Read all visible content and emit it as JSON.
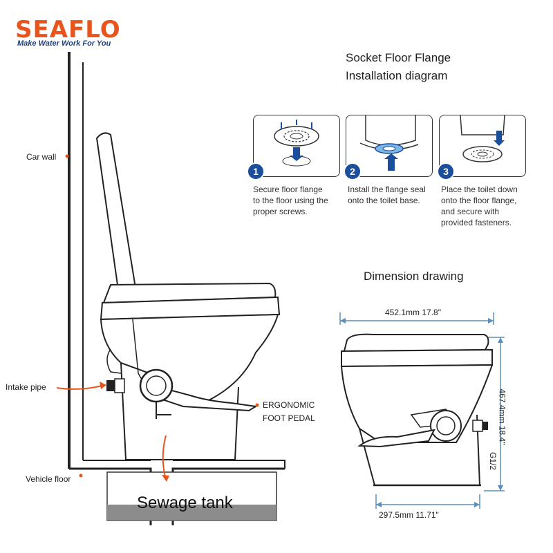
{
  "brand": {
    "logo_prefix": "SEA",
    "logo_suffix": "FLO",
    "tagline": "Make Water Work For You",
    "primary_color": "#e8541c",
    "accent_color": "#1f5fa8"
  },
  "left_diagram": {
    "callouts": {
      "car_wall": "Car wall",
      "intake_pipe": "Intake pipe",
      "pedal_line1": "ERGONOMIC",
      "pedal_line2": "FOOT PEDAL",
      "vehicle_floor": "Vehicle floor"
    },
    "tank_label": "Sewage tank",
    "callout_color": "#e8541c"
  },
  "installation": {
    "title_line1": "Socket Floor Flange",
    "title_line2": "Installation diagram",
    "steps": [
      {
        "number": "1",
        "text_lines": [
          "Secure floor flange",
          "to the floor using the",
          "proper screws."
        ]
      },
      {
        "number": "2",
        "text_lines": [
          "Install the flange seal",
          "onto the toilet base."
        ]
      },
      {
        "number": "3",
        "text_lines": [
          "Place the toilet down",
          "onto the floor flange,",
          "and secure with",
          "provided fasteners."
        ]
      }
    ],
    "badge_color": "#1b4f9c"
  },
  "dimensions": {
    "title": "Dimension drawing",
    "width_top": "452.1mm  17.8\"",
    "width_bottom": "297.5mm  11.71\"",
    "height": "467.4mm  18.4\"",
    "thread": "G1/2",
    "dimension_color": "#5a8fc0"
  }
}
